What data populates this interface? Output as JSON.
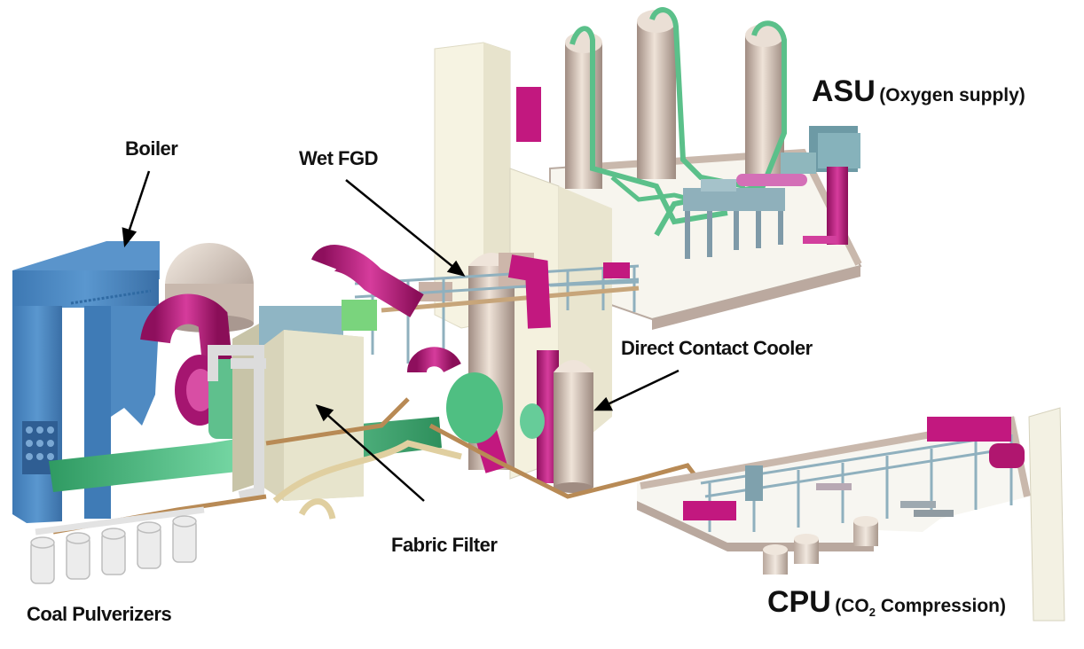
{
  "labels": {
    "boiler": "Boiler",
    "wet_fgd": "Wet FGD",
    "asu_title": "ASU",
    "asu_subtitle": "(Oxygen supply)",
    "direct_contact_cooler": "Direct Contact Cooler",
    "fabric_filter": "Fabric Filter",
    "coal_pulverizers": "Coal Pulverizers",
    "cpu_title": "CPU",
    "cpu_subtitle_pre": "(CO",
    "cpu_subtitle_sub": "2",
    "cpu_subtitle_post": " Compression)"
  },
  "colors": {
    "boiler_blue": "#4a87c0",
    "magenta": "#c2187f",
    "green": "#59c28a",
    "cream": "#f5f3e4",
    "tan": "#c9b8ac",
    "steel": "#9fb0bd",
    "copper": "#b88a55",
    "grey_white": "#e6e6e6"
  }
}
